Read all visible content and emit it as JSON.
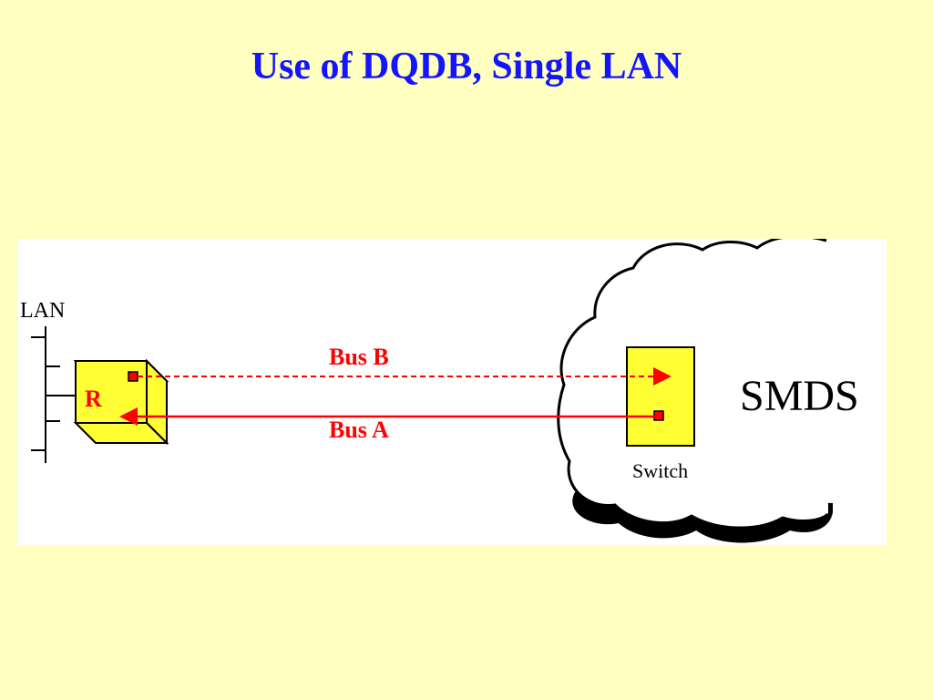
{
  "slide": {
    "title": "Use of DQDB, Single LAN"
  },
  "diagram": {
    "lan_label": "LAN",
    "router_label": "R",
    "bus_b_label": "Bus B",
    "bus_a_label": "Bus A",
    "network_label": "SMDS",
    "switch_label": "Switch"
  },
  "colors": {
    "background": "#FFFFC0",
    "title": "#1414FF",
    "bus": "#FF0000",
    "device_fill": "#FFFF33",
    "line": "#000000"
  }
}
